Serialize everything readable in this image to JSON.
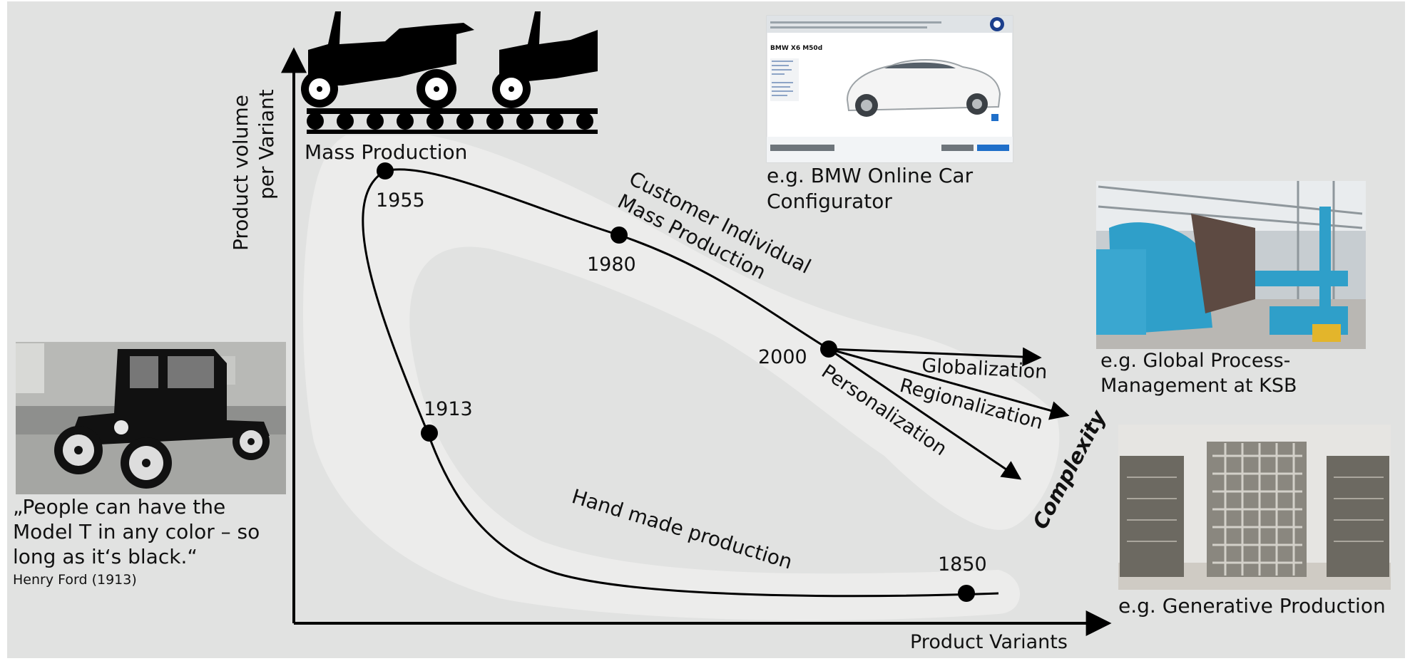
{
  "axes": {
    "y_label_line1": "Product  volume",
    "y_label_line2": "per Variant",
    "x_label": "Product Variants"
  },
  "milestones": [
    {
      "year": "1850"
    },
    {
      "year": "1913"
    },
    {
      "year": "1955"
    },
    {
      "year": "1980"
    },
    {
      "year": "2000"
    }
  ],
  "curve_labels": {
    "mass_production": "Mass Production",
    "customer_individual_line1": "Customer Individual",
    "customer_individual_line2": "Mass Production",
    "hand_made": "Hand made production",
    "complexity": "Complexity"
  },
  "trends": [
    "Globalization",
    "Regionalization",
    "Personalization"
  ],
  "examples": {
    "bmw_line1": "e.g. BMW Online Car",
    "bmw_line2": "Configurator",
    "ksb_line1": "e.g. Global Process-",
    "ksb_line2": "Management at KSB",
    "generative": "e.g. Generative Production"
  },
  "quote": {
    "line1": "„People can have the",
    "line2": "Model T in any color – so",
    "line3": "long as it‘s black.“",
    "author": "Henry Ford (1913)"
  },
  "screenshot": {
    "page_title": "BMW X6 M50d"
  },
  "icons": [
    "model-t-production-line-icon",
    "model-t-car-photo",
    "bmw-configurator-screenshot",
    "ksb-factory-photo",
    "generative-lattice-photo"
  ],
  "colors": {
    "background": "#e1e2e1",
    "band": "#ececeb",
    "ink": "#000000",
    "machine_blue": "#2f9fc9"
  }
}
